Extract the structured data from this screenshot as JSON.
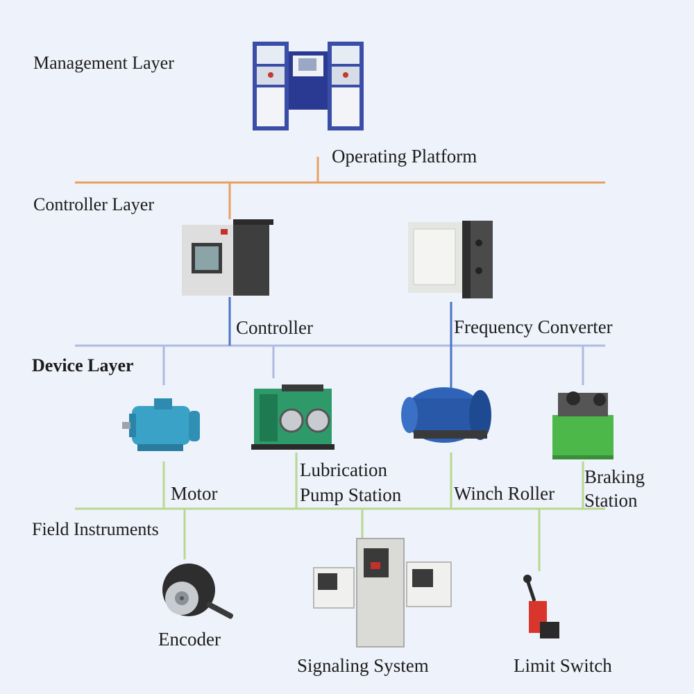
{
  "layers": {
    "management": "Management Layer",
    "controller": "Controller Layer",
    "device": "Device Layer",
    "field": "Field Instruments"
  },
  "components": {
    "operating_platform": "Operating Platform",
    "controller": "Controller",
    "frequency_converter": "Frequency Converter",
    "motor": "Motor",
    "lubrication_line1": "Lubrication",
    "lubrication_line2": "Pump Station",
    "winch_roller": "Winch Roller",
    "braking_line1": "Braking",
    "braking_line2": "Station",
    "encoder": "Encoder",
    "signaling_system": "Signaling System",
    "limit_switch": "Limit Switch"
  },
  "colors": {
    "management_bus": "#e8a060",
    "controller_bus": "#aebbe0",
    "controller_link": "#4a74c4",
    "device_bus": "#b8d890",
    "background": "#eef2fa"
  }
}
